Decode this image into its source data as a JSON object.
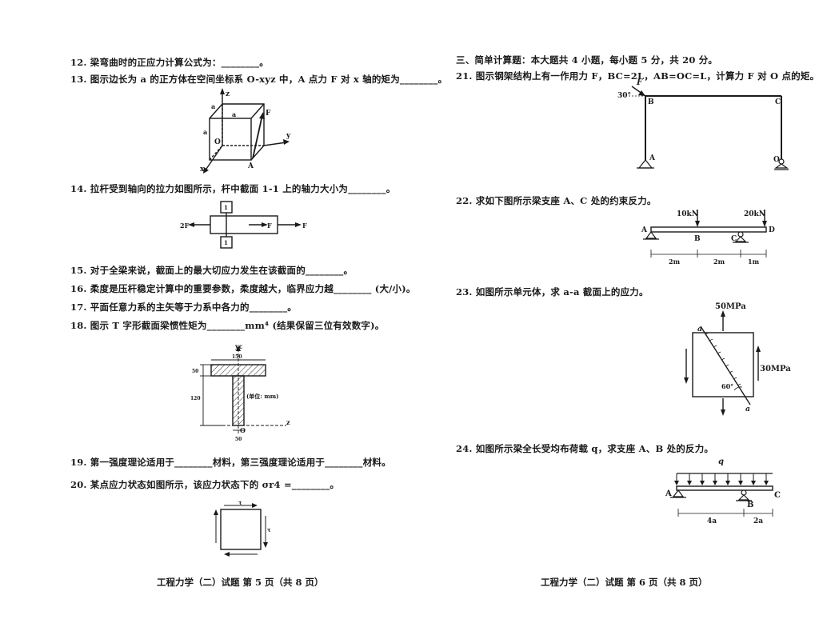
{
  "left_page": {
    "questions": [
      {
        "id": "q12",
        "text": "12. 梁弯曲时的正应力计算公式为：________。"
      },
      {
        "id": "q13",
        "text": "13. 图示边长为 a 的正方体在空间坐标系 O-xyz 中，A 点力 F 对 x 轴的矩为________。"
      },
      {
        "id": "q14",
        "text": "14. 拉杆受到轴向的拉力如图所示，杆中截面 1-1 上的轴力大小为________。"
      },
      {
        "id": "q15",
        "text": "15. 对于全梁来说，截面上的最大切应力发生在该截面的________。"
      },
      {
        "id": "q16",
        "text": "16. 柔度是压杆稳定计算中的重要参数，柔度越大，临界应力越________ (大/小)。"
      },
      {
        "id": "q17",
        "text": "17. 平面任意力系的主矢等于力系中各力的________。"
      },
      {
        "id": "q18",
        "text": "18. 图示 T 字形截面梁惯性矩为________mm⁴ (结果保留三位有效数字)。"
      },
      {
        "id": "q19",
        "text": "19. 第一强度理论适用于________材料，第三强度理论适用于________材料。"
      },
      {
        "id": "q20",
        "text": "20. 某点应力状态如图所示，该应力状态下的 σr4 =________。"
      }
    ],
    "fig13": {
      "a1": "a",
      "a2": "a",
      "a3": "a",
      "z": "z",
      "y": "y",
      "x": "x",
      "o": "O",
      "f": "F",
      "pa": "A"
    },
    "fig14": {
      "left_force": "2F",
      "mid_force": "F",
      "right_force": "F",
      "sec_top": "1",
      "sec_bot": "1"
    },
    "fig18": {
      "yc": "yc",
      "w150": "150",
      "h50": "50",
      "h120": "120",
      "w50": "50",
      "unit": "(单位: mm)",
      "z": "z",
      "o": "O"
    },
    "fig20": {
      "tau_top": "τ",
      "tau_right": "τ"
    },
    "footer": "工程力学（二）试题   第 5 页（共 8 页）"
  },
  "right_page": {
    "section": "三、简单计算题：本大题共 4 小题，每小题 5 分，共 20 分。",
    "questions": [
      {
        "id": "q21",
        "text": "21. 图示钢架结构上有一作用力 F，BC=2L，AB=OC=L，计算力 F 对 O 点的矩。"
      },
      {
        "id": "q22",
        "text": "22. 求如下图所示梁支座 A、C 处的约束反力。"
      },
      {
        "id": "q23",
        "text": "23. 如图所示单元体，求 a-a 截面上的应力。"
      },
      {
        "id": "q24",
        "text": "24. 如图所示梁全长受均布荷载 q，求支座 A、B 处的反力。"
      }
    ],
    "fig21": {
      "f": "F",
      "angle": "30°",
      "b": "B",
      "c": "C",
      "a": "A",
      "o": "O"
    },
    "fig22": {
      "load1": "10kN",
      "load2": "20kN",
      "a": "A",
      "b": "B",
      "c": "C",
      "d": "D",
      "d1": "2m",
      "d2": "2m",
      "d3": "1m"
    },
    "fig23": {
      "s_top": "50MPa",
      "s_right": "30MPa",
      "a_top": "a",
      "a_bot": "a",
      "angle": "60°"
    },
    "fig24": {
      "q": "q",
      "a": "A",
      "b": "B",
      "c": "C",
      "d1": "4a",
      "d2": "2a"
    },
    "footer": "工程力学（二）试题   第 6 页（共 8 页）"
  }
}
